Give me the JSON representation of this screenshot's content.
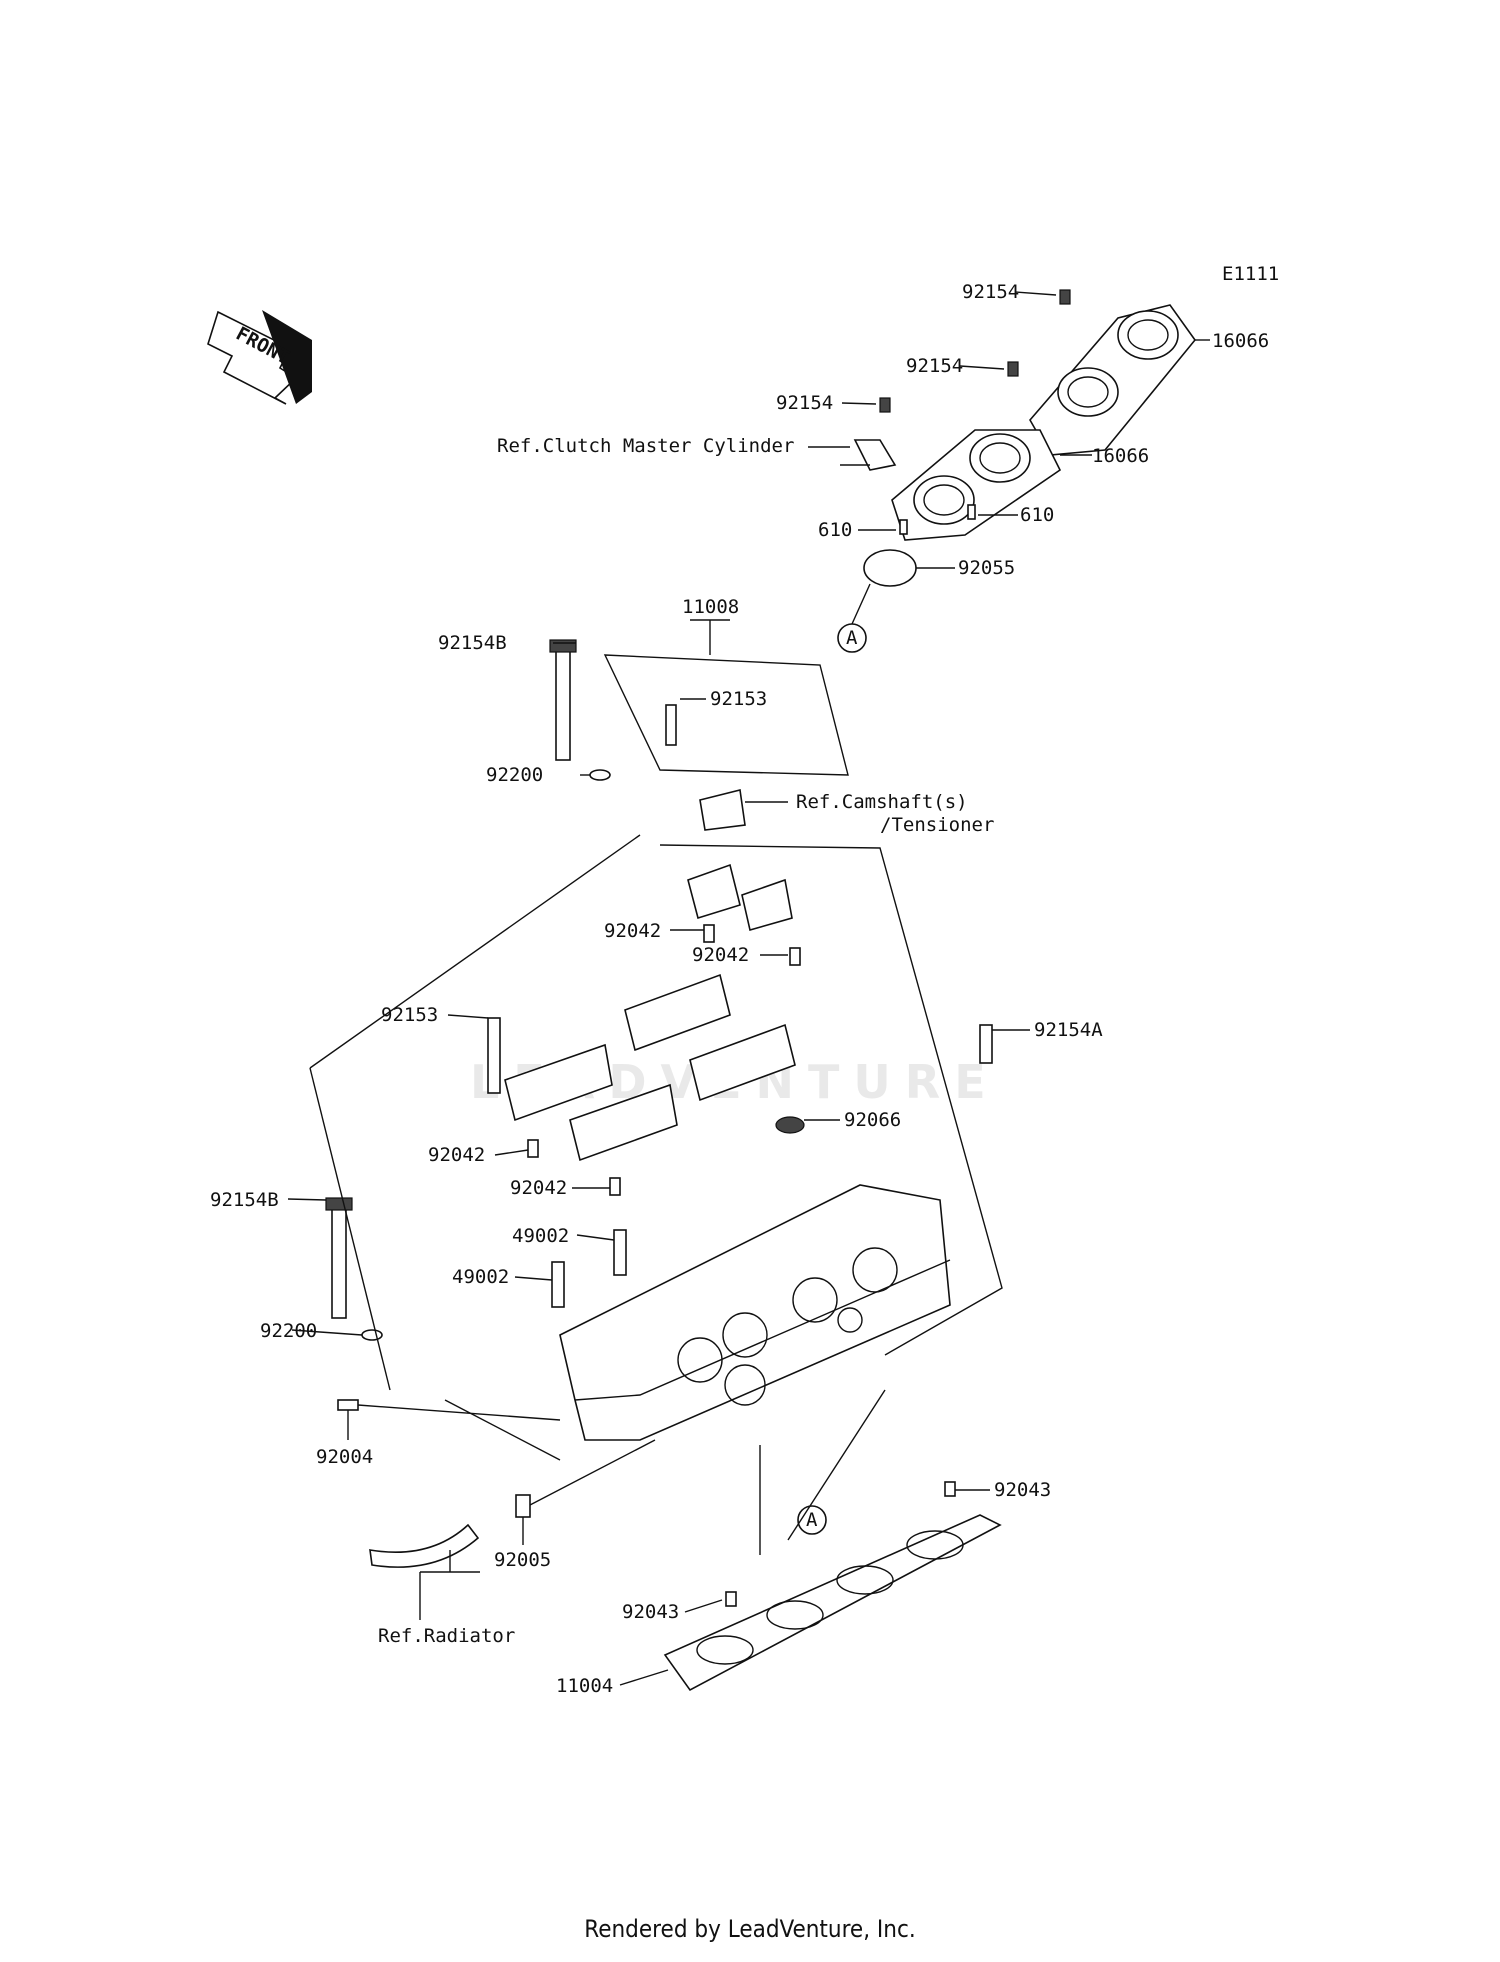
{
  "diagram_code": "E1111",
  "front_label": "FRONT",
  "circle_ref": "A",
  "watermark": "LEADVENTURE",
  "footer": "Rendered by LeadVenture, Inc.",
  "labels": {
    "p16066_top": "16066",
    "p16066_mid": "16066",
    "p92154_a": "92154",
    "p92154_b": "92154",
    "p92154_c": "92154",
    "ref_clutch": "Ref.Clutch Master Cylinder",
    "p610_left": "610",
    "p610_right": "610",
    "p92055": "92055",
    "p11008": "11008",
    "p92154B_top": "92154B",
    "p92153_top": "92153",
    "p92200_top": "92200",
    "ref_camshaft_1": "Ref.Camshaft(s)",
    "ref_camshaft_2": "/Tensioner",
    "p92042_a": "92042",
    "p92042_b": "92042",
    "p92153_mid": "92153",
    "p92154A": "92154A",
    "p92066": "92066",
    "p92042_c": "92042",
    "p92042_d": "92042",
    "p49002_a": "49002",
    "p49002_b": "49002",
    "p92154B_low": "92154B",
    "p92200_low": "92200",
    "p92004": "92004",
    "p92005": "92005",
    "p92043_right": "92043",
    "ref_radiator": "Ref.Radiator",
    "p92043_left": "92043",
    "p11004": "11004"
  }
}
